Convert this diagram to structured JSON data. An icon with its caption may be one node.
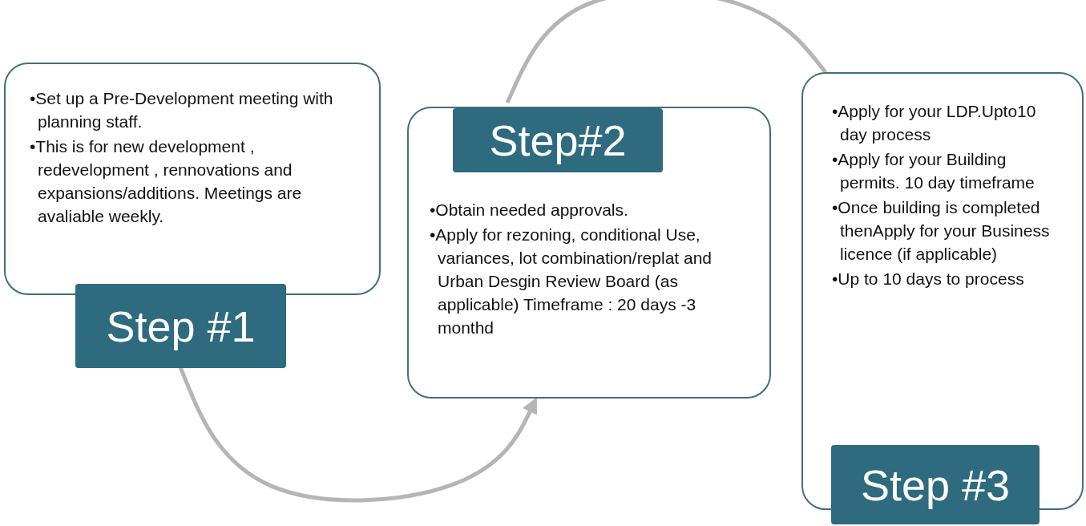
{
  "diagram": {
    "nodes": [
      {
        "text": [
          "•Set up a Pre-Development meeting with planning staff.",
          "•This is for new development , redevelopment , rennovations and expansions/additions. Meetings are avaliable weekly.",
          "Step #1"
        ]
      },
      {
        "text": [
          "Step#2",
          "•Obtain needed approvals.",
          "•Apply for rezoning, conditional Use, variances, lot combination/replat and Urban Desgin Review Board  (as applicable) Timeframe : 20 days -3 monthd"
        ]
      },
      {
        "text": [
          "•Apply for your LDP.Upto10 day process",
          "•Apply for your Building permits. 10 day timeframe",
          "•Once building is completed thenApply for your Business licence (if applicable)",
          "•Up to 10 days to process",
          "Step #3"
        ]
      }
    ],
    "edges": [
      {
        "from": 0,
        "to": 1,
        "arrow": "to"
      },
      {
        "from": 1,
        "to": 2,
        "arrow": "none"
      }
    ]
  }
}
